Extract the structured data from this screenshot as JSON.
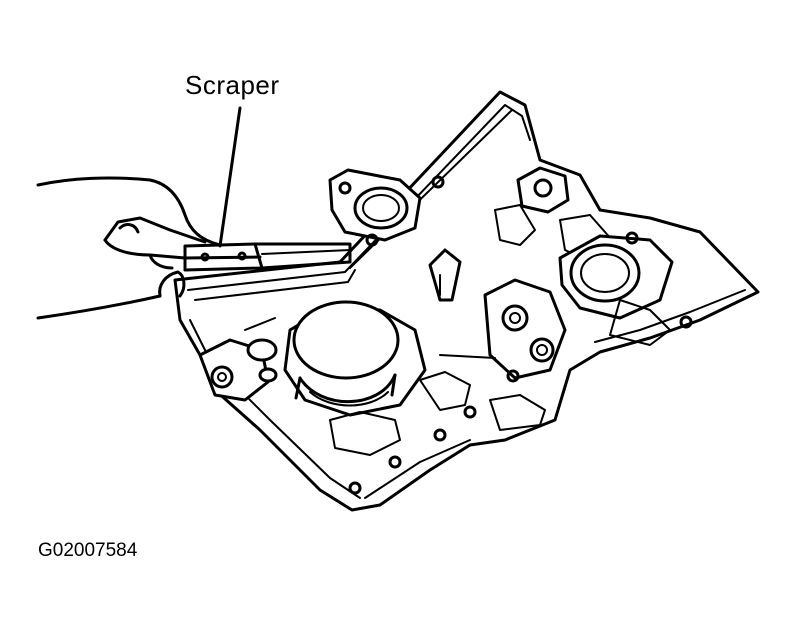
{
  "diagram": {
    "callouts": [
      {
        "id": "scraper",
        "label": "Scraper"
      }
    ],
    "figure_id": "G02007584",
    "subject": "timing-cover-gasket-removal",
    "colors": {
      "ink": "#000000",
      "background": "#ffffff"
    }
  }
}
